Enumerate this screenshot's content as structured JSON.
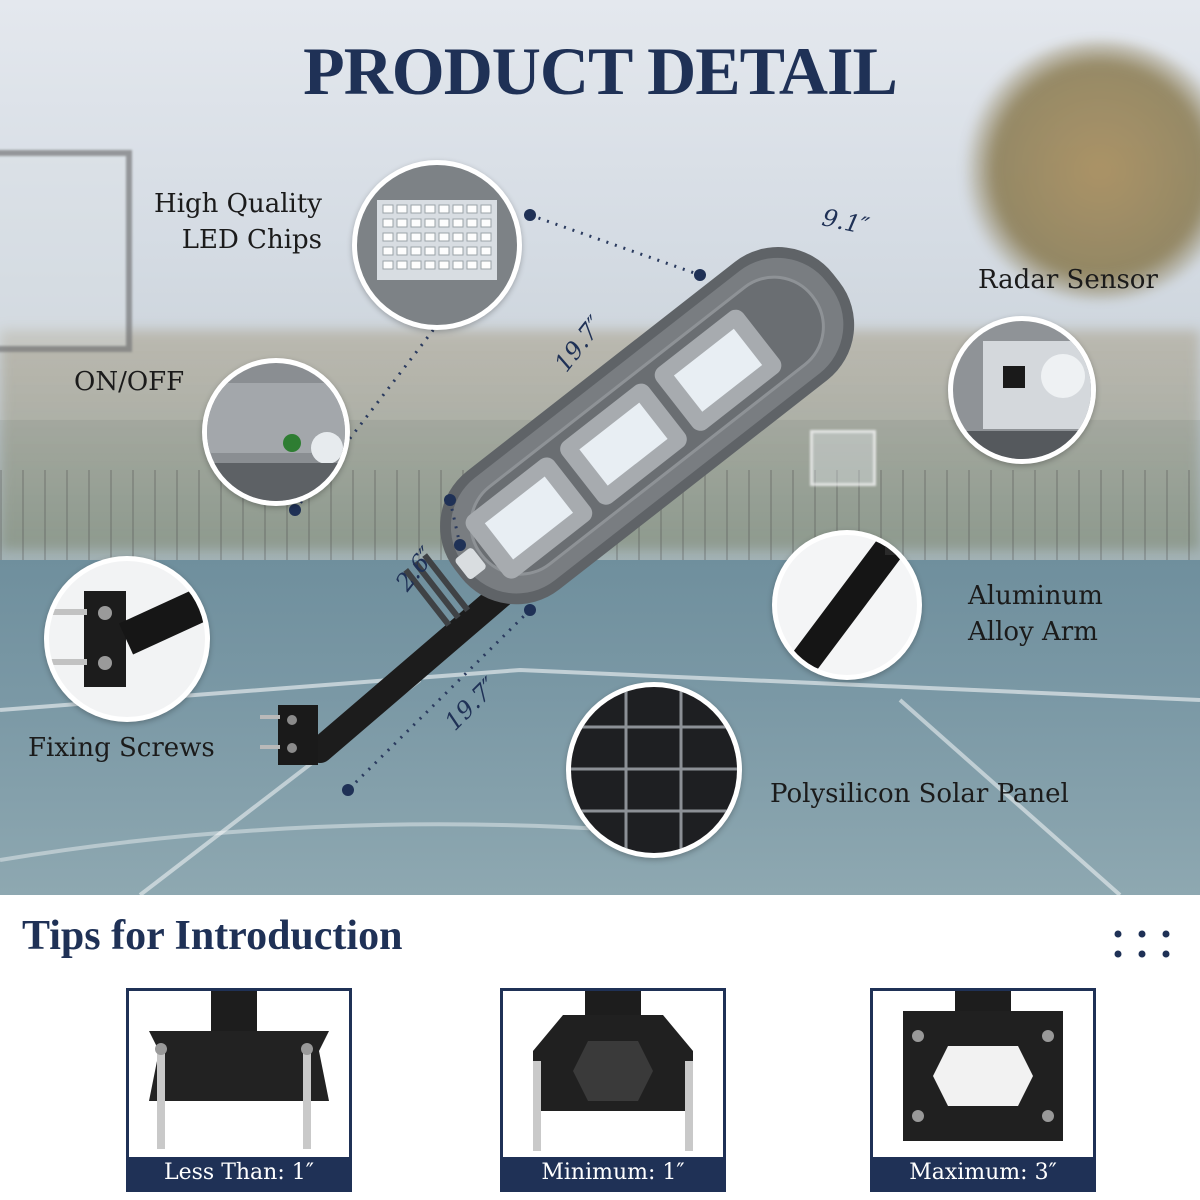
{
  "header": {
    "title": "PRODUCT DETAIL"
  },
  "callouts": {
    "led_chips": "High Quality\nLED Chips",
    "on_off": "ON/OFF",
    "radar_sensor": "Radar Sensor",
    "aluminum_arm": "Aluminum\nAlloy Arm",
    "fixing_screws": "Fixing Screws",
    "solar_panel": "Polysilicon Solar Panel"
  },
  "dimensions": {
    "width": "9.1″",
    "length": "19.7″",
    "thickness": "2.6″",
    "arm_length": "19.7″"
  },
  "tips": {
    "title": "Tips for Introduction",
    "items": [
      {
        "label": "Less Than: 1″"
      },
      {
        "label": "Minimum: 1″"
      },
      {
        "label": "Maximum: 3″"
      }
    ]
  },
  "colors": {
    "navy": "#1f3156",
    "lamp_gray": "#6d7175",
    "arm_black": "#1c1c1c"
  }
}
